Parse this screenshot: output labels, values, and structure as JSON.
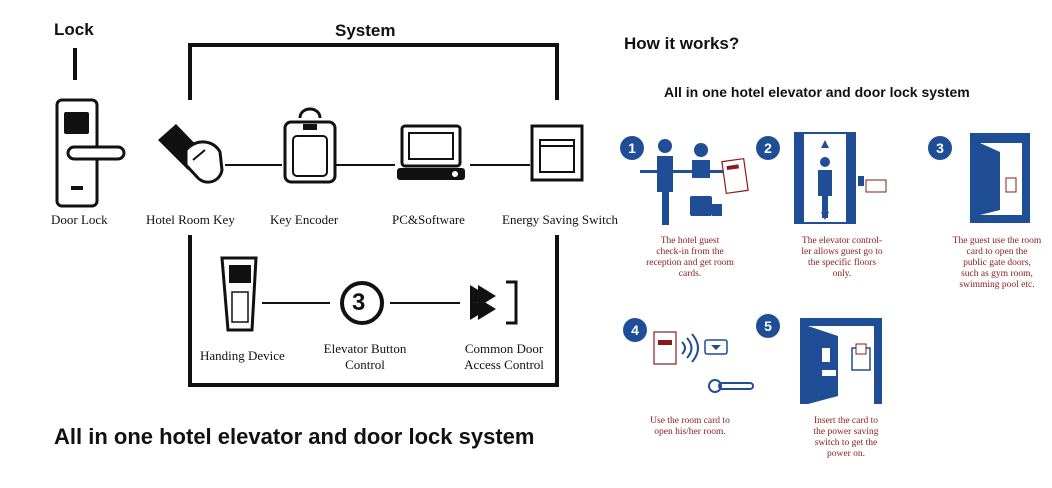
{
  "left": {
    "lock_title": "Lock",
    "system_title": "System",
    "devices": {
      "door_lock": "Door Lock",
      "hotel_room_key": "Hotel Room Key",
      "key_encoder": "Key Encoder",
      "pc_software": "PC&Software",
      "energy_saving_switch": "Energy Saving Switch",
      "handing_device": "Handing Device",
      "elevator_button_control_1": "Elevator Button",
      "elevator_button_control_2": "Control",
      "common_door_1": "Common Door",
      "common_door_2": "Access Control",
      "elevator_number": "3"
    },
    "caption": "All in one hotel elevator and door lock system"
  },
  "right": {
    "how_title": "How it works?",
    "subtitle": "All in one hotel elevator and door lock system",
    "steps": [
      {
        "num": "1",
        "line1": "The hotel guest",
        "line2": "check-in from the",
        "line3": "reception and get room",
        "line4": "cards."
      },
      {
        "num": "2",
        "line1": "The elevator control-",
        "line2": "ler allows guest go to",
        "line3": "the specific floors",
        "line4": "only."
      },
      {
        "num": "3",
        "line1": "The guest use the room",
        "line2": "card to open the",
        "line3": "public gate doors,",
        "line4": "such as gym room,",
        "line5": "swimming pool etc."
      },
      {
        "num": "4",
        "line1": "Use the room card to",
        "line2": "open his/her room."
      },
      {
        "num": "5",
        "line1": "Insert the card to",
        "line2": "the power saving",
        "line3": "switch to get the",
        "line4": "power on."
      }
    ]
  },
  "colors": {
    "brand_blue": "#1f4e96",
    "text_red": "#8a1a1a",
    "line_black": "#111111"
  }
}
